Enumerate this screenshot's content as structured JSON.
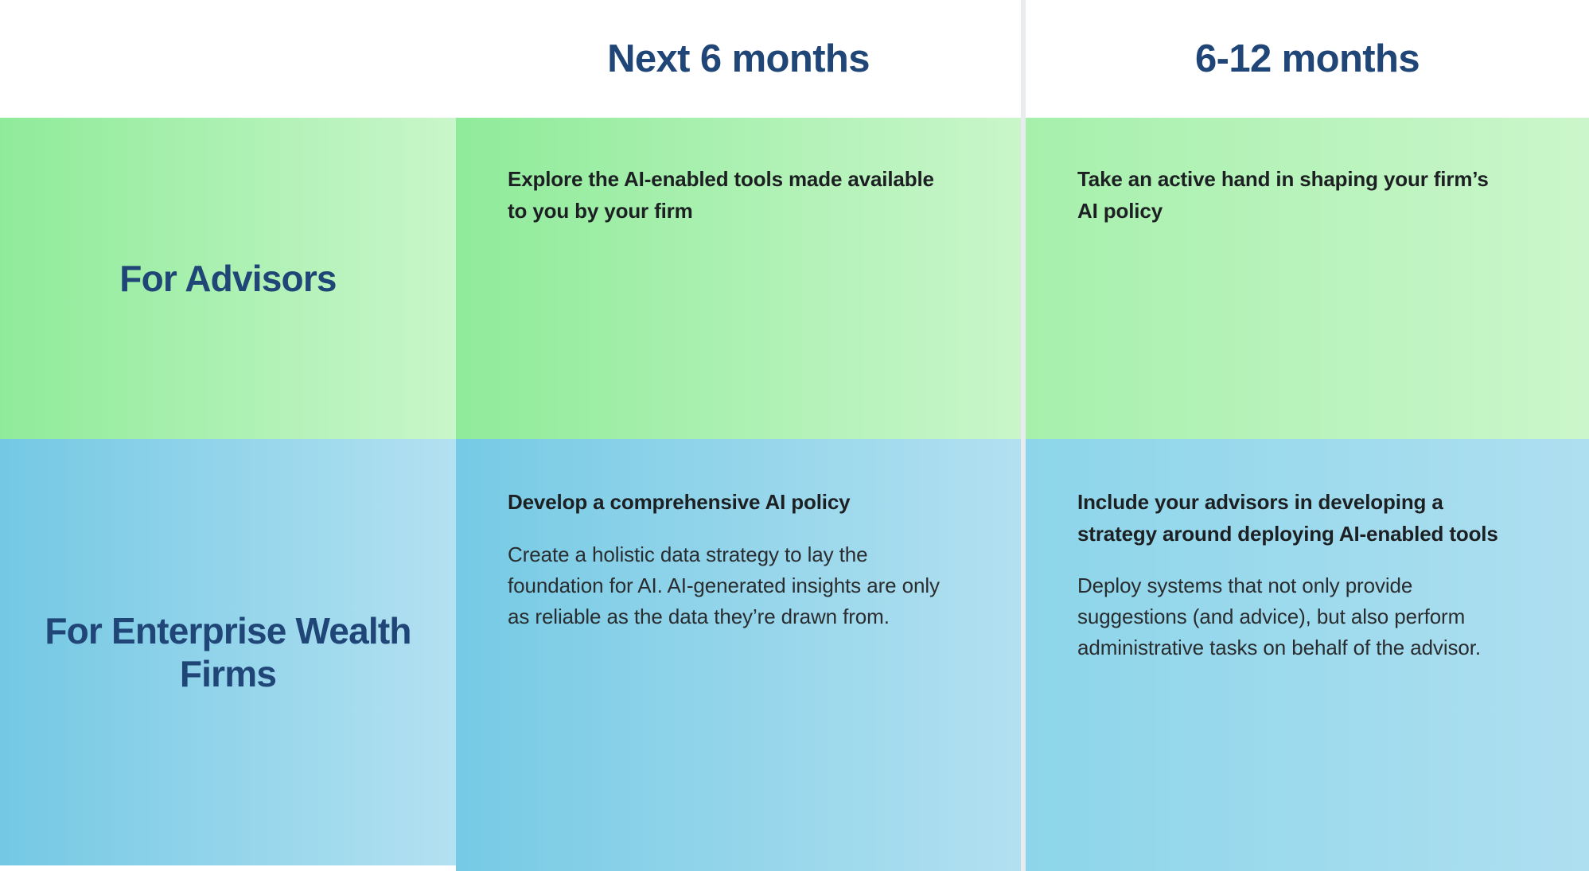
{
  "colors": {
    "heading_blue": "#204677",
    "green_start": "#8FEB9A",
    "green_end": "#C9F6CA",
    "blue_start": "#74C8E4",
    "blue_end": "#AEDFF0",
    "divider": "#E9ECEF",
    "body_text": "#1D2023"
  },
  "header": {
    "corner_label": "",
    "columns": [
      {
        "label": "Next 6 months"
      },
      {
        "label": "6-12 months"
      }
    ]
  },
  "rows": [
    {
      "label": "For Advisors",
      "cells": [
        {
          "lead": "Explore the AI-enabled tools made available to you by your firm",
          "body": ""
        },
        {
          "lead": "Take an active hand in shaping your firm’s AI policy",
          "body": ""
        }
      ]
    },
    {
      "label": "For Enterprise Wealth Firms",
      "cells": [
        {
          "lead": "Develop a comprehensive AI policy",
          "body": "Create a holistic data strategy to lay the foundation for AI. AI-generated insights are only as reliable as the data they’re drawn from."
        },
        {
          "lead": "Include your advisors in developing a strategy around deploying AI-enabled tools",
          "body": "Deploy systems that not only provide suggestions (and advice), but also perform administrative tasks on behalf of the advisor."
        }
      ]
    }
  ]
}
